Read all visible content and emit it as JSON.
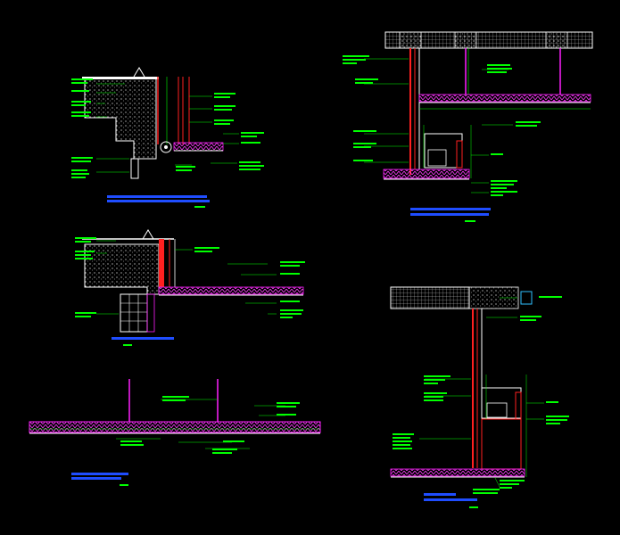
{
  "drawing": {
    "background": "#000000",
    "palette": {
      "green": "#00ff00",
      "red": "#ff2020",
      "magenta": "#ff20ff",
      "white": "#ffffff",
      "blue": "#1f4dff",
      "cyan": "#30c0ff",
      "yellow": "#ffff00"
    }
  },
  "details": [
    {
      "id": "detail-1",
      "annotations": [
        "",
        "",
        "",
        "",
        "",
        "",
        "",
        ""
      ],
      "title": "",
      "scale": ""
    },
    {
      "id": "detail-2",
      "annotations": [
        "",
        "",
        "",
        "",
        "",
        "",
        "",
        ""
      ],
      "title": "",
      "scale": ""
    },
    {
      "id": "detail-3",
      "annotations": [
        "",
        "",
        "",
        "",
        ""
      ],
      "title": "",
      "scale": ""
    },
    {
      "id": "detail-4",
      "annotations": [
        "",
        "",
        "",
        "",
        "",
        ""
      ],
      "title": "",
      "scale": ""
    },
    {
      "id": "detail-5",
      "annotations": [
        "",
        "",
        "",
        "",
        "",
        "",
        "",
        "",
        ""
      ],
      "title": "",
      "scale": ""
    }
  ]
}
